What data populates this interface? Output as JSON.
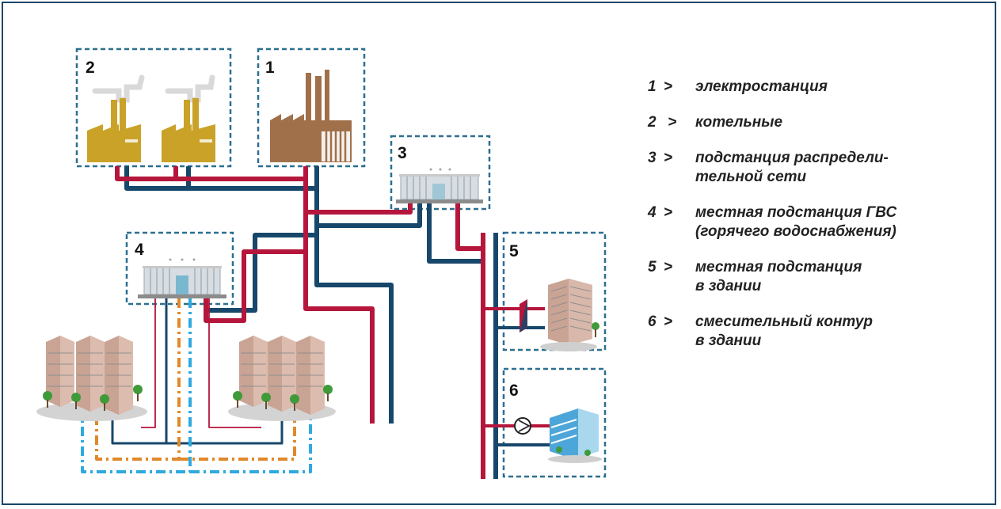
{
  "diagram": {
    "box_numbers": [
      "1",
      "2",
      "3",
      "4",
      "5",
      "6"
    ]
  },
  "legend": {
    "items": [
      {
        "num": "1",
        "arrow": ">",
        "line1": "электростанция",
        "line2": ""
      },
      {
        "num": "2",
        "arrow": " >",
        "line1": "котельные",
        "line2": ""
      },
      {
        "num": "3",
        "arrow": ">",
        "line1": "подстанция распредели-",
        "line2": "тельной сети"
      },
      {
        "num": "4",
        "arrow": ">",
        "line1": "местная подстанция ГВС",
        "line2": "(горячего водоснабжения)"
      },
      {
        "num": "5",
        "arrow": ">",
        "line1": "местная подстанция",
        "line2": "в здании"
      },
      {
        "num": "6",
        "arrow": ">",
        "line1": "смесительный контур",
        "line2": "в здании"
      }
    ]
  },
  "colors": {
    "frame": "#17476b",
    "supply_pipe": "#b5163b",
    "return_pipe": "#17476b",
    "hot_water_loop": "#e0892b",
    "circulation_loop": "#2fa9e0",
    "power_plant": "#a0704a",
    "boiler_house": "#c9a227"
  }
}
